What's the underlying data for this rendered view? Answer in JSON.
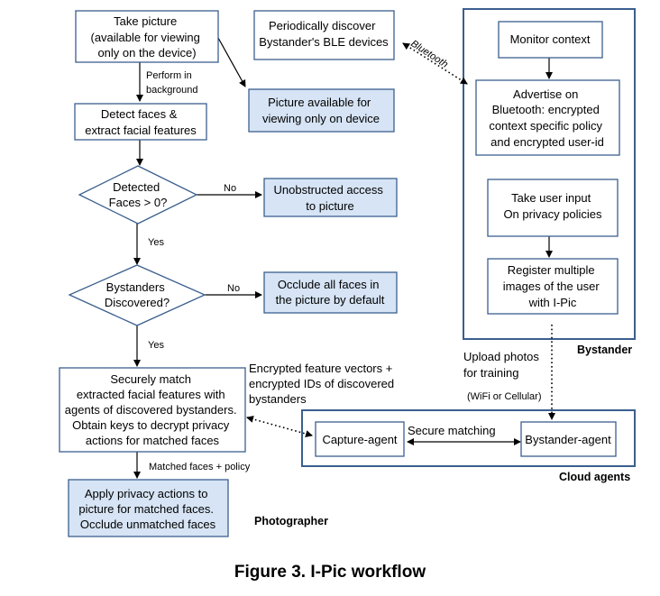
{
  "nodes": {
    "take_picture": [
      "Take picture",
      "(available for viewing",
      "only on the device)"
    ],
    "discover_ble": [
      "Periodically discover",
      "Bystander's  BLE devices"
    ],
    "picture_available": [
      "Picture available for",
      "viewing only on device"
    ],
    "detect_faces": [
      "Detect faces &",
      "extract facial features"
    ],
    "detected_faces": [
      "Detected",
      "Faces > 0?"
    ],
    "unobstructed": [
      "Unobstructed access",
      "to picture"
    ],
    "bystanders_discovered": [
      "Bystanders",
      "Discovered?"
    ],
    "occlude_all": [
      "Occlude all faces in",
      "the picture by default"
    ],
    "securely_match": [
      "Securely match",
      "extracted facial features with",
      "agents of discovered bystanders.",
      "Obtain keys to decrypt privacy",
      "actions for matched faces"
    ],
    "apply_privacy": [
      "Apply privacy actions to",
      "picture for matched faces.",
      "Occlude unmatched faces"
    ],
    "monitor_context": [
      "Monitor context"
    ],
    "advertise": [
      "Advertise on",
      "Bluetooth: encrypted",
      "context specific policy",
      "and encrypted user-id"
    ],
    "user_input": [
      "Take user input",
      "On privacy policies"
    ],
    "register_images": [
      "Register multiple",
      "images of the user",
      "with I-Pic"
    ],
    "capture_agent": [
      "Capture-agent"
    ],
    "bystander_agent": [
      "Bystander-agent"
    ]
  },
  "edge_labels": {
    "perform_bg": [
      "Perform in",
      "background"
    ],
    "no1": "No",
    "yes1": "Yes",
    "no2": "No",
    "yes2": "Yes",
    "matched_policy": "Matched faces + policy",
    "encrypted_vectors": [
      "Encrypted feature vectors +",
      "encrypted IDs of discovered",
      "bystanders"
    ],
    "bluetooth": "Bluetooth",
    "upload_photos": [
      "Upload photos",
      "for training"
    ],
    "wifi_cell": "(WiFi or Cellular)",
    "secure_matching": "Secure matching"
  },
  "groups": {
    "photographer": "Photographer",
    "bystander": "Bystander",
    "cloud_agents": "Cloud agents"
  },
  "figure_caption": "Figure 3. I-Pic workflow"
}
